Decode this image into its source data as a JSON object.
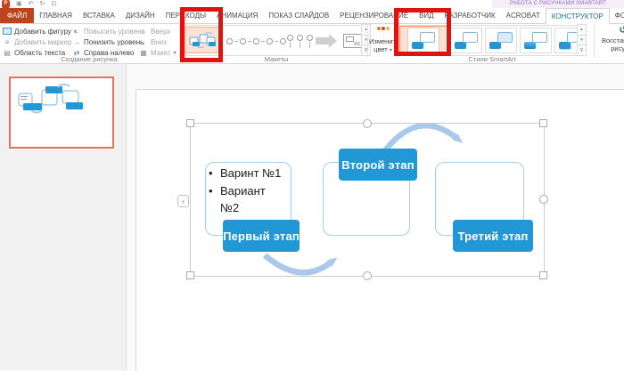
{
  "colors": {
    "smartart_blue": "#2198d5",
    "arrow_blue": "#a9c8ea",
    "shape_border_blue": "#a8cce9",
    "annotation_red": "#e2130e",
    "thumbnail_selection_orange": "#e0755a",
    "file_tab_orange": "#c0431f",
    "contextual_purple": "#8e6bb8",
    "active_tab_teal": "#2e6e8e"
  },
  "icons": {
    "app_initial": "P",
    "save": "▣",
    "undo": "↶",
    "redo": "↻",
    "present": "⊡",
    "caret_down": "▾",
    "gallery_up": "▴",
    "gallery_down": "▾",
    "gallery_more": "⊽",
    "add_shape_plus": "+",
    "add_bullet": "≡",
    "text_pane": "▤",
    "promote": "←",
    "demote": "→",
    "right_to_left": "⇄",
    "move_up": "↑",
    "move_down": "↓",
    "layout": "▦",
    "reset": "↺",
    "text_pane_toggle": "‹"
  },
  "contextual_header": "РАБОТА С РИСУНКАМИ SMARTART",
  "tabs": [
    {
      "label": "ФАЙЛ"
    },
    {
      "label": "ГЛАВНАЯ"
    },
    {
      "label": "ВСТАВКА"
    },
    {
      "label": "ДИЗАЙН"
    },
    {
      "label": "ПЕРЕХОДЫ"
    },
    {
      "label": "АНИМАЦИЯ"
    },
    {
      "label": "ПОКАЗ СЛАЙДОВ"
    },
    {
      "label": "РЕЦЕНЗИРОВАНИЕ"
    },
    {
      "label": "ВИД"
    },
    {
      "label": "РАЗРАБОТЧИК"
    },
    {
      "label": "ACROBAT"
    },
    {
      "label": "КОНСТРУКТОР",
      "active": true
    },
    {
      "label": "ФОРМАТ"
    }
  ],
  "ribbon": {
    "create_graphic": {
      "group_label": "Создание рисунка",
      "add_shape": "Добавить фигуру",
      "add_bullet": "Добавить маркер",
      "text_pane": "Область текста",
      "promote": "Повысить уровень",
      "demote": "Понизить уровень",
      "right_to_left": "Справа налево",
      "move_up": "Вверх",
      "move_down": "Вниз",
      "layout": "Макет"
    },
    "layouts": {
      "group_label": "Макеты"
    },
    "styles": {
      "group_label": "Стили SmartArt",
      "change_colors_line1": "Изменить",
      "change_colors_line2": "цвет"
    },
    "reset": {
      "line1": "Восстановить",
      "line2": "рисунок"
    }
  },
  "slide": {
    "smartart": {
      "bullet_char": "•",
      "bullets": [
        {
          "text": "Варинт №1"
        },
        {
          "text": "Вариант"
        },
        {
          "text": "№2"
        }
      ],
      "stages": [
        {
          "label": "Первый этап"
        },
        {
          "label": "Второй этап"
        },
        {
          "label": "Третий этап"
        }
      ]
    }
  }
}
